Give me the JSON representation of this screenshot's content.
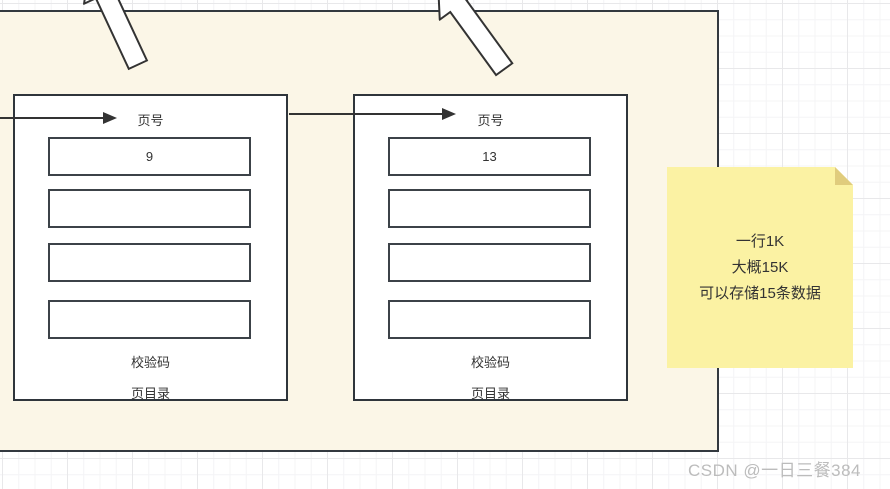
{
  "colors": {
    "canvas_fill": "#fbf6e7",
    "shape_border": "#333333",
    "note_fill": "#fbf2a3",
    "note_fold": "#e0cc7d",
    "grid_minor": "#f4f4f6",
    "grid_major": "#e8e8ea",
    "watermark_gray": "#bcbcbc"
  },
  "page_directories": [
    {
      "pointer_label": "页号",
      "rows": [
        "9",
        "",
        "",
        ""
      ],
      "checksum_label": "校验码",
      "title": "页目录"
    },
    {
      "pointer_label": "页号",
      "rows": [
        "13",
        "",
        "",
        ""
      ],
      "checksum_label": "校验码",
      "title": "页目录"
    }
  ],
  "sticky_note": {
    "lines": [
      "一行1K",
      "大概15K",
      "可以存储15条数据"
    ]
  },
  "watermark": "CSDN @一日三餐384"
}
